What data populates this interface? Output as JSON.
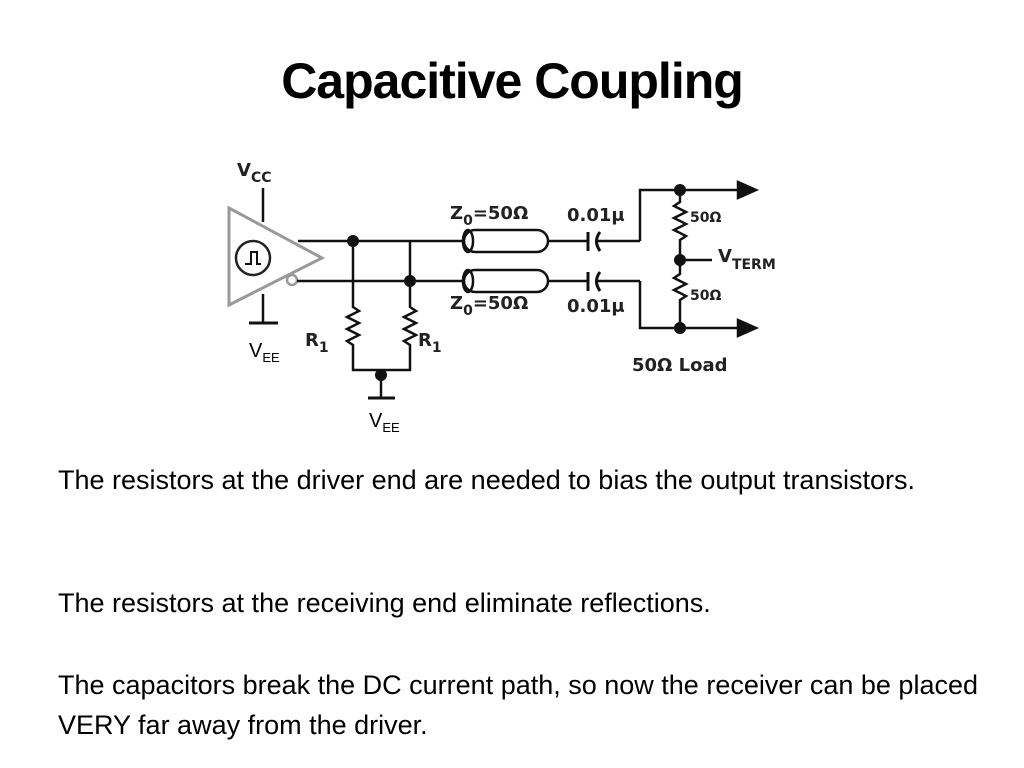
{
  "title": "Capacitive Coupling",
  "diagram": {
    "vcc": {
      "main": "V",
      "sub": "CC"
    },
    "vee_left": {
      "main": "V",
      "sub": "EE"
    },
    "vee_bottom": {
      "main": "V",
      "sub": "EE"
    },
    "z0_top": {
      "main": "Z",
      "sub": "0",
      "rest": "=50Ω"
    },
    "z0_bottom": {
      "main": "Z",
      "sub": "0",
      "rest": "=50Ω"
    },
    "cap_top": "0.01μ",
    "cap_bottom": "0.01μ",
    "r_top": "50Ω",
    "r_bottom": "50Ω",
    "vterm": {
      "main": "V",
      "sub": "TERM"
    },
    "r1_left": {
      "main": "R",
      "sub": "1"
    },
    "r1_right": {
      "main": "R",
      "sub": "1"
    },
    "load": "50Ω Load"
  },
  "paragraphs": [
    "The resistors at the driver end are needed to bias the output transistors.",
    "The resistors at the receiving end eliminate reflections.",
    "The capacitors break the DC current path, so now the receiver can be placed VERY far away from the driver."
  ]
}
